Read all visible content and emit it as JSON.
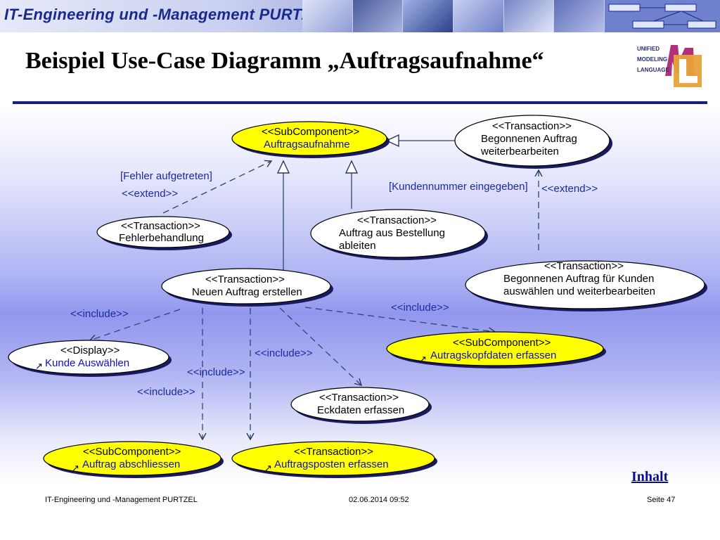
{
  "header": {
    "brand": "IT-Engineering und -Management PURTZEL"
  },
  "title": "Beispiel Use-Case Diagramm „Auftragsaufnahme“",
  "logo": {
    "lines": [
      "UNIFIED",
      "MODELING",
      "LANGUAGE"
    ]
  },
  "use_cases": [
    {
      "stereotype": "<<SubComponent>>",
      "name": "Auftragsaufnahme",
      "fill": "#ffff00",
      "nameColor": "#1010c0"
    },
    {
      "stereotype": "<<Transaction>>",
      "name": [
        "Begonnenen Auftrag",
        "weiterbearbeiten"
      ],
      "fill": "#ffffff",
      "nameColor": "#000000"
    },
    {
      "stereotype": "<<Transaction>>",
      "name": "Fehlerbehandlung",
      "fill": "#ffffff",
      "nameColor": "#000000"
    },
    {
      "stereotype": "<<Transaction>>",
      "name": [
        "Auftrag aus Bestellung",
        "ableiten"
      ],
      "fill": "#ffffff",
      "nameColor": "#000000"
    },
    {
      "stereotype": "<<Transaction>>",
      "name": [
        "Begonnenen Auftrag für Kunden",
        "auswählen und weiterbearbeiten"
      ],
      "fill": "#ffffff",
      "nameColor": "#000000"
    },
    {
      "stereotype": "<<Transaction>>",
      "name": "Neuen Auftrag erstellen",
      "fill": "#ffffff",
      "nameColor": "#000000"
    },
    {
      "stereotype": "<<Display>>",
      "name": "Kunde Auswählen",
      "fill": "#ffffff",
      "nameColor": "#1010c0"
    },
    {
      "stereotype": "<<SubComponent>>",
      "name": "Autragskopfdaten erfassen",
      "fill": "#ffff00",
      "nameColor": "#1010c0"
    },
    {
      "stereotype": "<<Transaction>>",
      "name": "Eckdaten erfassen",
      "fill": "#ffffff",
      "nameColor": "#000000"
    },
    {
      "stereotype": "<<SubComponent>>",
      "name": "Auftrag abschliessen",
      "fill": "#ffff00",
      "nameColor": "#1010c0"
    },
    {
      "stereotype": "<<Transaction>>",
      "name": "Auftragsposten erfassen",
      "fill": "#ffff00",
      "nameColor": "#1010c0"
    }
  ],
  "labels": {
    "fehler_guard": "[Fehler aufgetreten]",
    "extend_left": "<<extend>>",
    "kunden_guard": "[Kundennummer eingegeben]",
    "extend_right": "<<extend>>",
    "include_1": "<<include>>",
    "include_2": "<<include>>",
    "include_3": "<<include>>",
    "include_4": "<<include>>",
    "include_5": "<<include>>"
  },
  "inhalt_link": "Inhalt",
  "footer": {
    "left": "IT-Engineering und -Management PURTZEL",
    "date": "02.06.2014 09:52",
    "page": "Seite 47"
  }
}
